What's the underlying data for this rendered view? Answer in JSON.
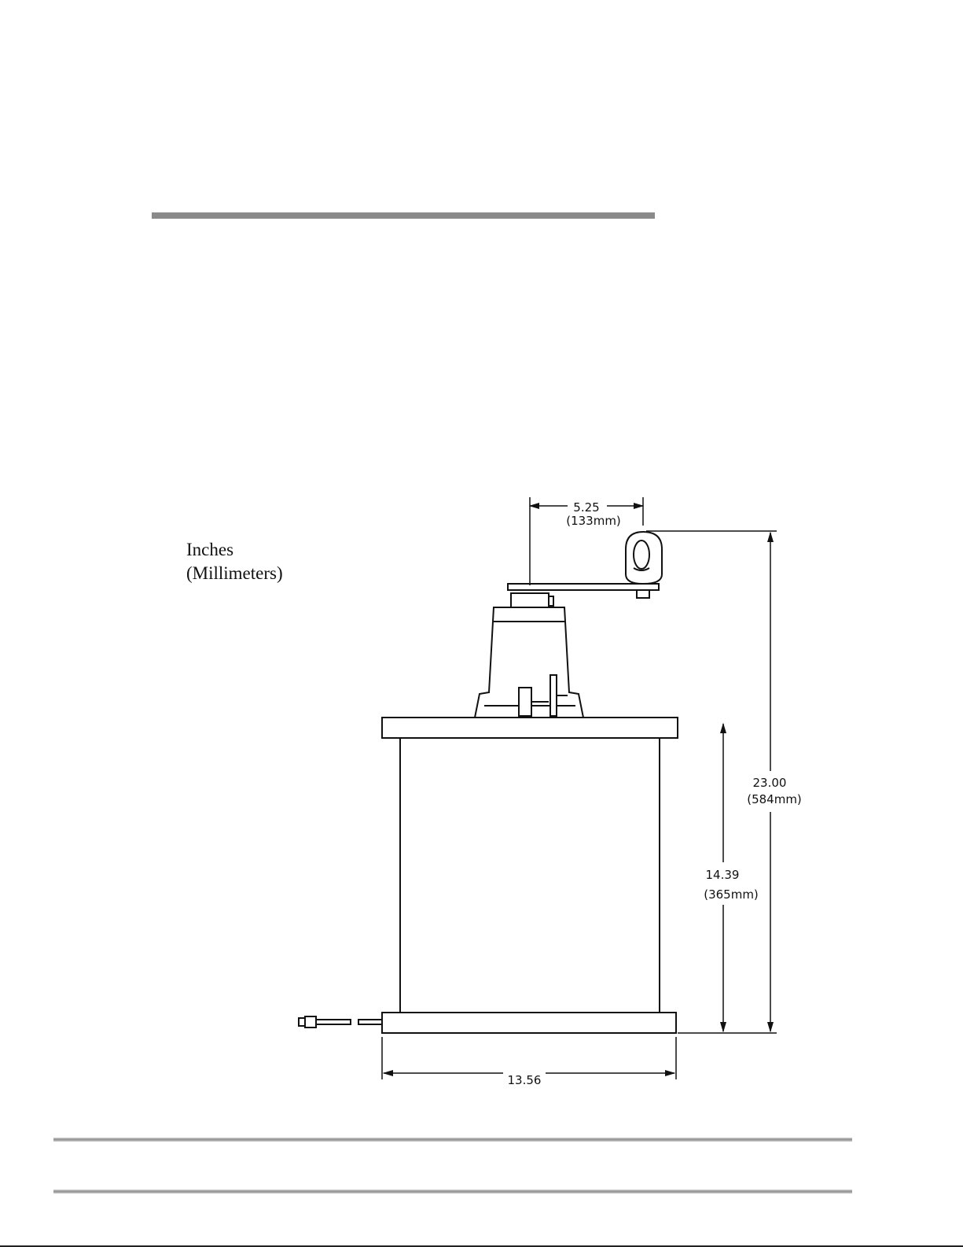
{
  "units_legend": {
    "line1": "Inches",
    "line2": "(Millimeters)"
  },
  "dimensions": {
    "arm_offset": {
      "value": "5.25",
      "metric": "(133mm)"
    },
    "overall_height": {
      "value": "23.00",
      "metric": "(584mm)"
    },
    "chamber_height": {
      "value": "14.39",
      "metric": "(365mm)"
    },
    "base_width": {
      "value": "13.56"
    }
  }
}
